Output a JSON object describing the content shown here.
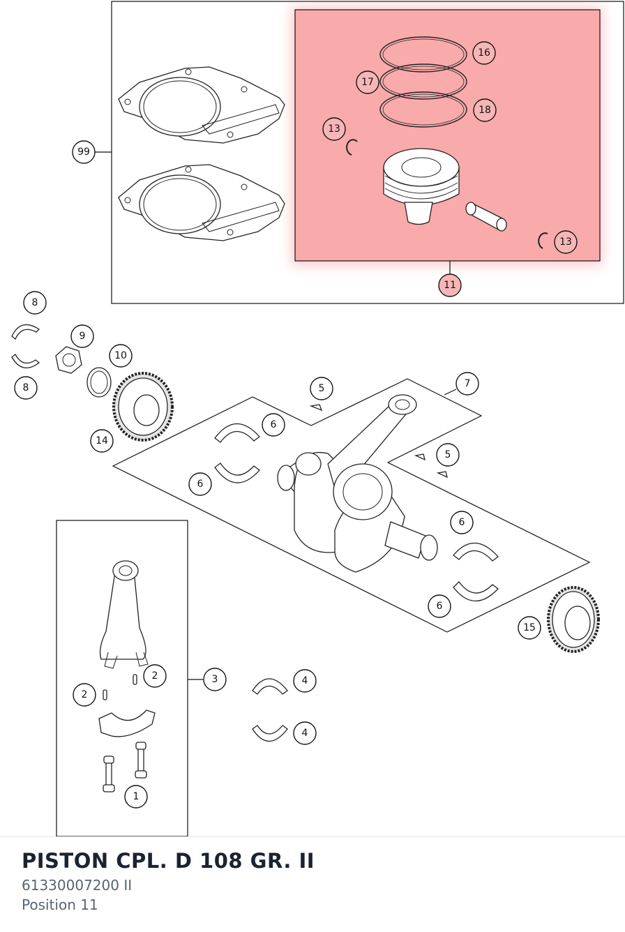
{
  "callouts": {
    "c99": "99",
    "c11": "11",
    "c16": "16",
    "c17": "17",
    "c18": "18",
    "c13a": "13",
    "c13b": "13",
    "c8a": "8",
    "c8b": "8",
    "c9": "9",
    "c10": "10",
    "c14": "14",
    "c5a": "5",
    "c5b": "5",
    "c7": "7",
    "c6a": "6",
    "c6b": "6",
    "c6c": "6",
    "c6d": "6",
    "c15": "15",
    "c3": "3",
    "c2a": "2",
    "c2b": "2",
    "c4a": "4",
    "c4b": "4",
    "c1": "1"
  },
  "highlight": {
    "color": "#f48a8a",
    "position": "11"
  },
  "part": {
    "title": "PISTON CPL. D 108 GR. II",
    "number": "61330007200 II",
    "position": "Position 11"
  }
}
